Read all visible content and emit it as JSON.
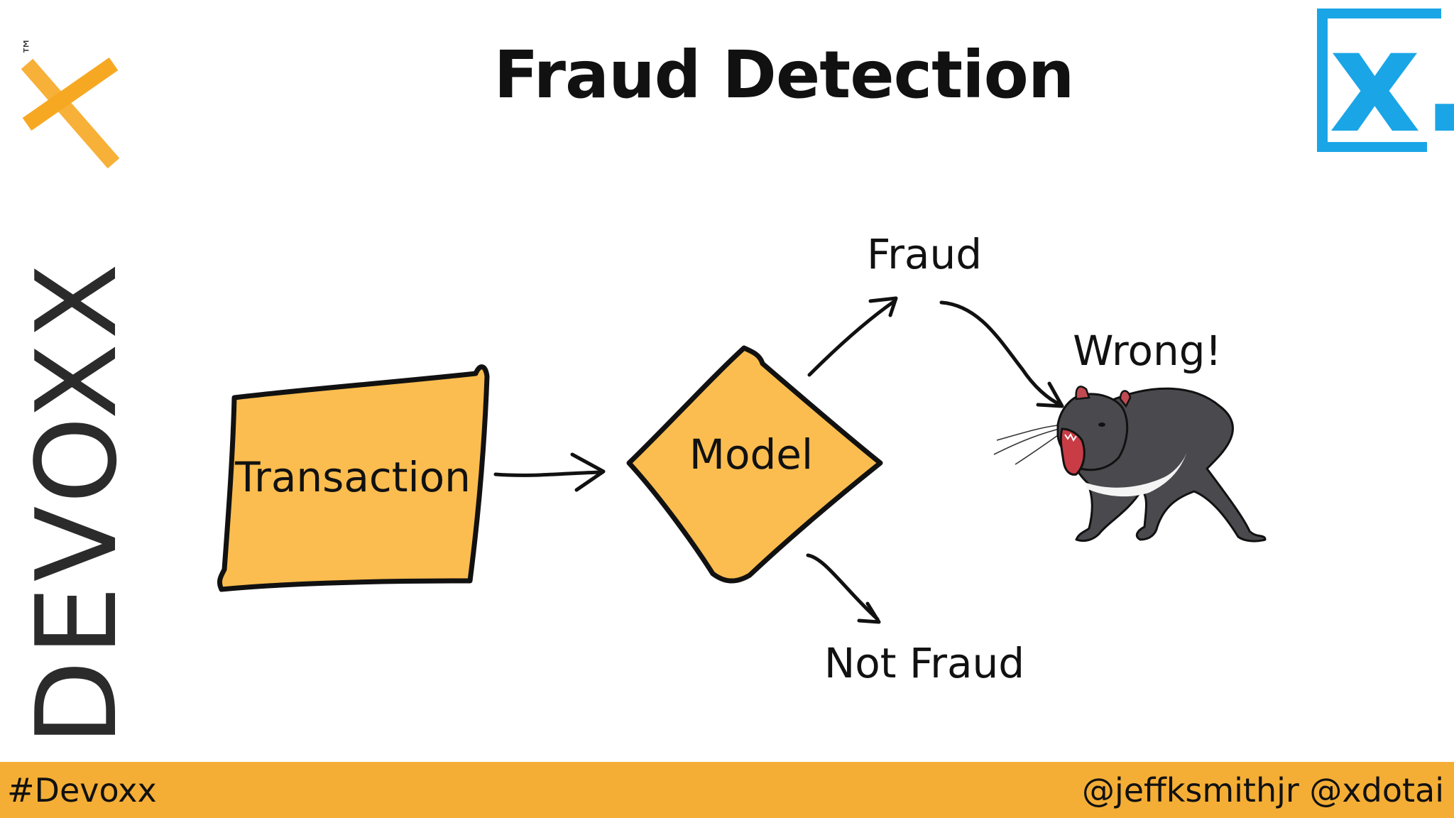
{
  "slide": {
    "title": "Fraud Detection",
    "footer_hashtag": "#Devoxx",
    "footer_handles": "@jeffksmithjr @xdotai"
  },
  "logos": {
    "left_logo_text": "DEVOXX",
    "left_logo_tm": "™",
    "right_logo_text": "x."
  },
  "diagram": {
    "nodes": {
      "transaction": "Transaction",
      "model": "Model",
      "fraud": "Fraud",
      "not_fraud": "Not Fraud",
      "wrong": "Wrong!"
    },
    "edges": [
      {
        "from": "transaction",
        "to": "model"
      },
      {
        "from": "model",
        "to": "fraud"
      },
      {
        "from": "model",
        "to": "not_fraud"
      },
      {
        "from": "fraud",
        "to": "wrong"
      }
    ]
  },
  "colors": {
    "orange_fill": "#fbbd4f",
    "devoxx_orange": "#f7a823",
    "devoxx_dark": "#2b2b2b",
    "x_blue": "#1aa5e6",
    "footer_bar": "#f4ae36",
    "devil_body": "#4a4a4e",
    "devil_mouth": "#c93c46"
  }
}
